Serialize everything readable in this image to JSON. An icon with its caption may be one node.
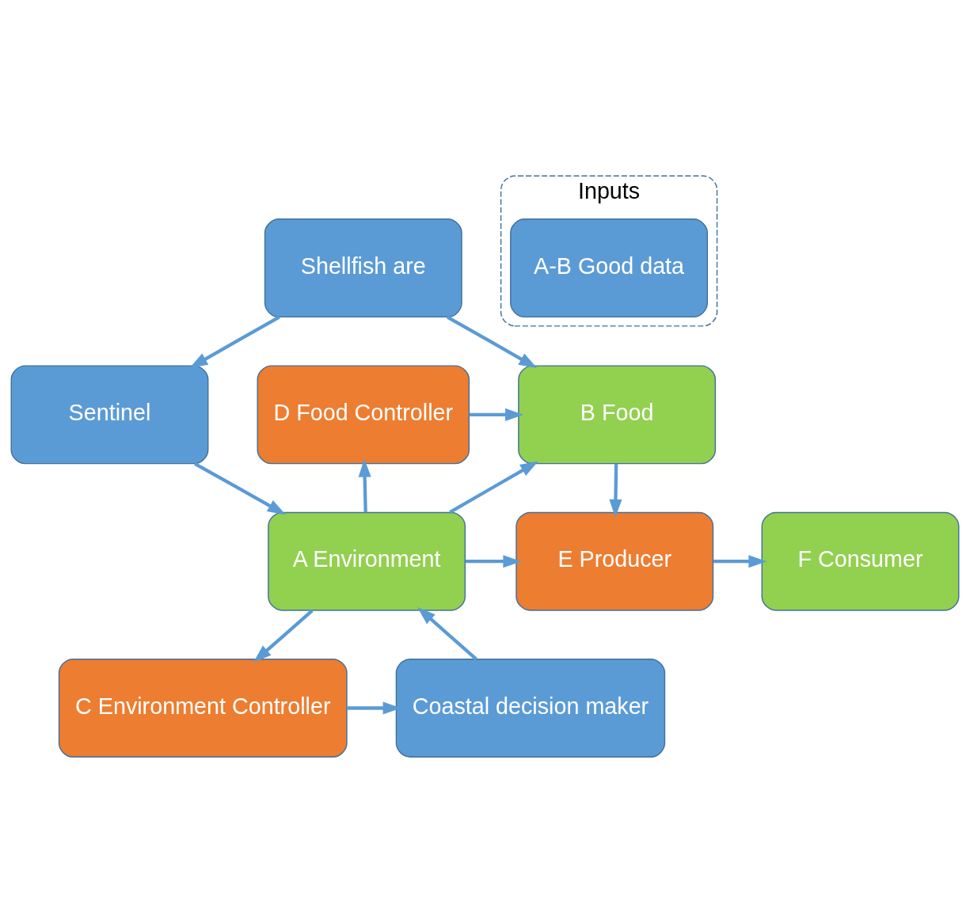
{
  "diagram": {
    "nodes": [
      {
        "text": [
          "Shellfish are"
        ]
      },
      {
        "text": [
          "Sentinel"
        ]
      },
      {
        "text": [
          "D Food Controller"
        ]
      },
      {
        "text": [
          "B Food"
        ]
      },
      {
        "text": [
          "A Environment"
        ]
      },
      {
        "text": [
          "E Producer"
        ]
      },
      {
        "text": [
          "F Consumer"
        ]
      },
      {
        "text": [
          "C Environment Controller"
        ]
      },
      {
        "text": [
          "Coastal decision maker"
        ]
      },
      {
        "text": [
          "Inputs"
        ]
      },
      {
        "text": [
          "A-B Good data"
        ],
        "in": 9
      }
    ],
    "edges": [
      {
        "from": 0,
        "to": 1,
        "arrow": "to"
      },
      {
        "from": 0,
        "to": 3,
        "arrow": "to"
      },
      {
        "from": 1,
        "to": 4,
        "arrow": "to"
      },
      {
        "from": 2,
        "to": 3,
        "arrow": "to"
      },
      {
        "from": 4,
        "to": 2,
        "arrow": "to"
      },
      {
        "from": 4,
        "to": 3,
        "arrow": "to"
      },
      {
        "from": 3,
        "to": 5,
        "arrow": "to"
      },
      {
        "from": 4,
        "to": 5,
        "arrow": "to"
      },
      {
        "from": 5,
        "to": 6,
        "arrow": "to"
      },
      {
        "from": 4,
        "to": 7,
        "arrow": "to"
      },
      {
        "from": 7,
        "to": 8,
        "arrow": "to"
      },
      {
        "from": 8,
        "to": 4,
        "arrow": "to"
      }
    ]
  }
}
